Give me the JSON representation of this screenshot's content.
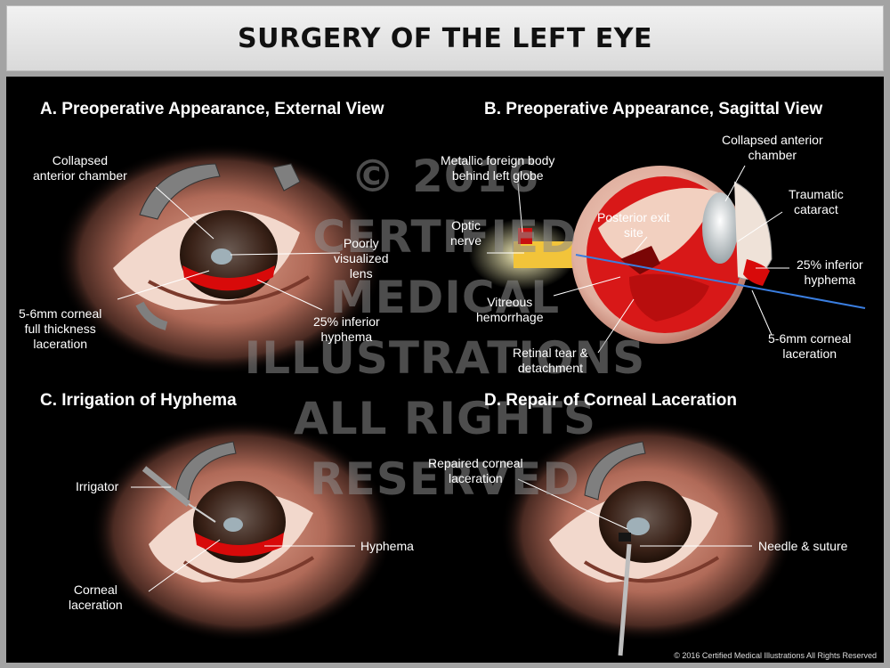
{
  "title": "SURGERY OF THE LEFT EYE",
  "panels": {
    "a": {
      "title": "A. Preoperative Appearance, External View",
      "labels": {
        "collapsed_1": "Collapsed",
        "collapsed_2": "anterior chamber",
        "poorly_1": "Poorly",
        "poorly_2": "visualized",
        "poorly_3": "lens",
        "laceration_1": "5-6mm corneal",
        "laceration_2": "full thickness",
        "laceration_3": "laceration",
        "hyphema_1": "25% inferior",
        "hyphema_2": "hyphema"
      }
    },
    "b": {
      "title": "B. Preoperative Appearance, Sagittal View",
      "labels": {
        "metallic_1": "Metallic foreign body",
        "metallic_2": "behind left globe",
        "collapsed_1": "Collapsed anterior",
        "collapsed_2": "chamber",
        "exit_1": "Posterior exit",
        "exit_2": "site",
        "traumatic_1": "Traumatic",
        "traumatic_2": "cataract",
        "optic_1": "Optic",
        "optic_2": "nerve",
        "hyphema_1": "25% inferior",
        "hyphema_2": "hyphema",
        "vitreous_1": "Vitreous",
        "vitreous_2": "hemorrhage",
        "retinal_1": "Retinal tear &",
        "retinal_2": "detachment",
        "corneal_1": "5-6mm corneal",
        "corneal_2": "laceration"
      }
    },
    "c": {
      "title": "C. Irrigation of Hyphema",
      "labels": {
        "irrigator": "Irrigator",
        "hyphema": "Hyphema",
        "corneal_1": "Corneal",
        "corneal_2": "laceration"
      }
    },
    "d": {
      "title": "D. Repair of Corneal Laceration",
      "labels": {
        "repaired_1": "Repaired corneal",
        "repaired_2": "laceration",
        "needle": "Needle & suture"
      }
    }
  },
  "watermark": {
    "line1": "© 2016",
    "line2": "CERTIFIED",
    "line3": "MEDICAL",
    "line4": "ILLUSTRATIONS",
    "line5": "ALL RIGHTS",
    "line6": "RESERVED"
  },
  "copyright": "© 2016 Certified Medical Illustrations All Rights Reserved"
}
